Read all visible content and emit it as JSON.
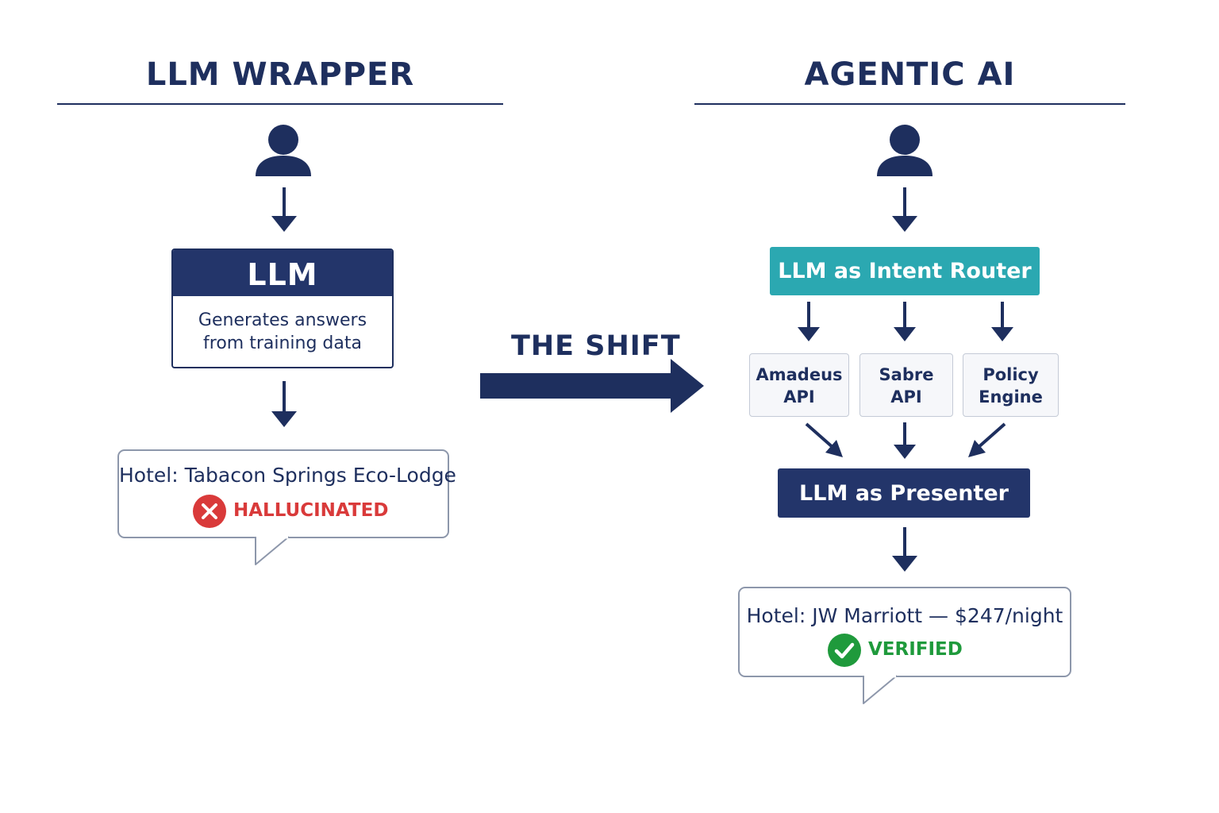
{
  "left": {
    "title": "LLM WRAPPER",
    "llm_box": {
      "title": "LLM",
      "description_line1": "Generates answers",
      "description_line2": "from training data"
    },
    "result": {
      "text": "Hotel: Tabacon Springs Eco-Lodge",
      "status": "HALLUCINATED",
      "status_color": "#d93a3a",
      "status_icon": "x-circle-icon"
    }
  },
  "middle": {
    "label": "THE SHIFT"
  },
  "right": {
    "title": "AGENTIC AI",
    "router_label": "LLM as Intent Router",
    "router_color": "#2ba8b1",
    "sources": [
      {
        "line1": "Amadeus",
        "line2": "API"
      },
      {
        "line1": "Sabre",
        "line2": "API"
      },
      {
        "line1": "Policy",
        "line2": "Engine"
      }
    ],
    "presenter_label": "LLM as Presenter",
    "result": {
      "text": "Hotel: JW Marriott — $247/night",
      "status": "VERIFIED",
      "status_color": "#1f9a3c",
      "status_icon": "check-circle-icon"
    }
  },
  "colors": {
    "navy": "#1e2f5e",
    "teal": "#2ba8b1"
  }
}
